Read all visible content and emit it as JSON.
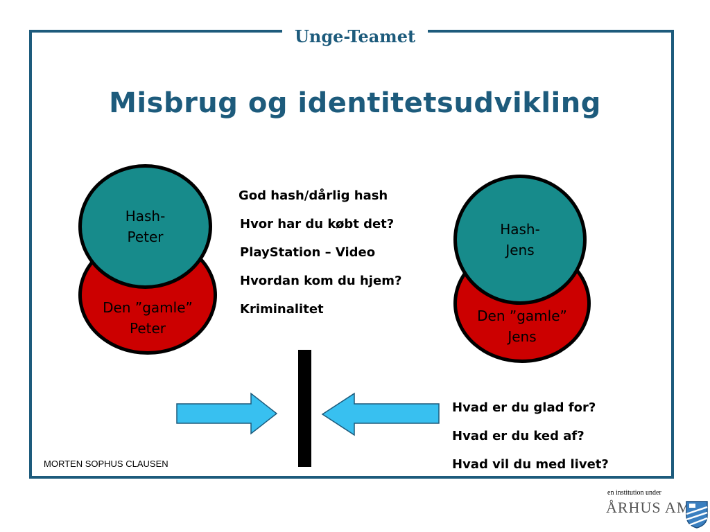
{
  "header": {
    "tab_title": "Unge-Teamet"
  },
  "slide": {
    "title": "Misbrug og identitetsudvikling"
  },
  "left_figure": {
    "inner_label_1": "Hash-",
    "inner_label_2": "Peter",
    "outer_label_1": "Den ”gamle”",
    "outer_label_2": "Peter"
  },
  "right_figure": {
    "inner_label_1": "Hash-",
    "inner_label_2": "Jens",
    "outer_label_1": "Den ”gamle”",
    "outer_label_2": "Jens"
  },
  "center_list": [
    "God hash/dårlig hash",
    "Hvor har du købt det?",
    "PlayStation – Video",
    "Hvordan kom du hjem?",
    "Kriminalitet"
  ],
  "questions": [
    "Hvad er du glad for?",
    "Hvad er du ked af?",
    "Hvad vil du med livet?"
  ],
  "footer": {
    "author": "MORTEN SOPHUS CLAUSEN"
  },
  "logo": {
    "caption": "en institution under",
    "name": "ÅRHUS AMT"
  },
  "colors": {
    "frame": "#1d5b7c",
    "inner_circle": "#178b8b",
    "outer_ellipse": "#cc0000",
    "arrow_fill": "#38c0f0"
  }
}
